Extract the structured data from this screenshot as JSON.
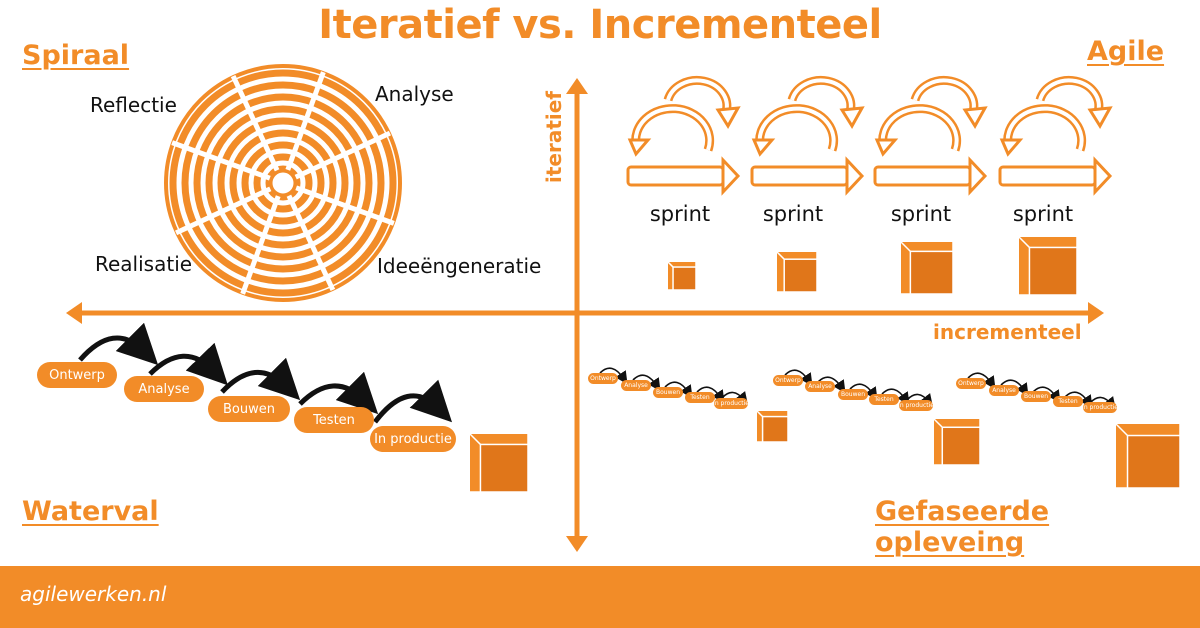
{
  "title": "Iteratief vs. Incrementeel",
  "colors": {
    "accent": "#f28c28",
    "text": "#111111",
    "background": "#ffffff"
  },
  "quadrants": {
    "top_left": "Spiraal",
    "top_right": "Agile",
    "bottom_left": "Waterval",
    "bottom_right": "Gefaseerde opleveing"
  },
  "axes": {
    "vertical": "iteratief",
    "horizontal": "incrementeel"
  },
  "spiral_phases": {
    "top_left": "Reflectie",
    "top_right": "Analyse",
    "bottom_left": "Realisatie",
    "bottom_right": "Ideeëngeneratie"
  },
  "sprints": [
    "sprint",
    "sprint",
    "sprint",
    "sprint"
  ],
  "waterfall_steps": [
    "Ontwerp",
    "Analyse",
    "Bouwen",
    "Testen",
    "In productie"
  ],
  "footer": "agilewerken.nl",
  "icons": [
    "spiral-icon",
    "sprint-cycle-icon",
    "cube-icon",
    "curved-arrow-icon"
  ]
}
